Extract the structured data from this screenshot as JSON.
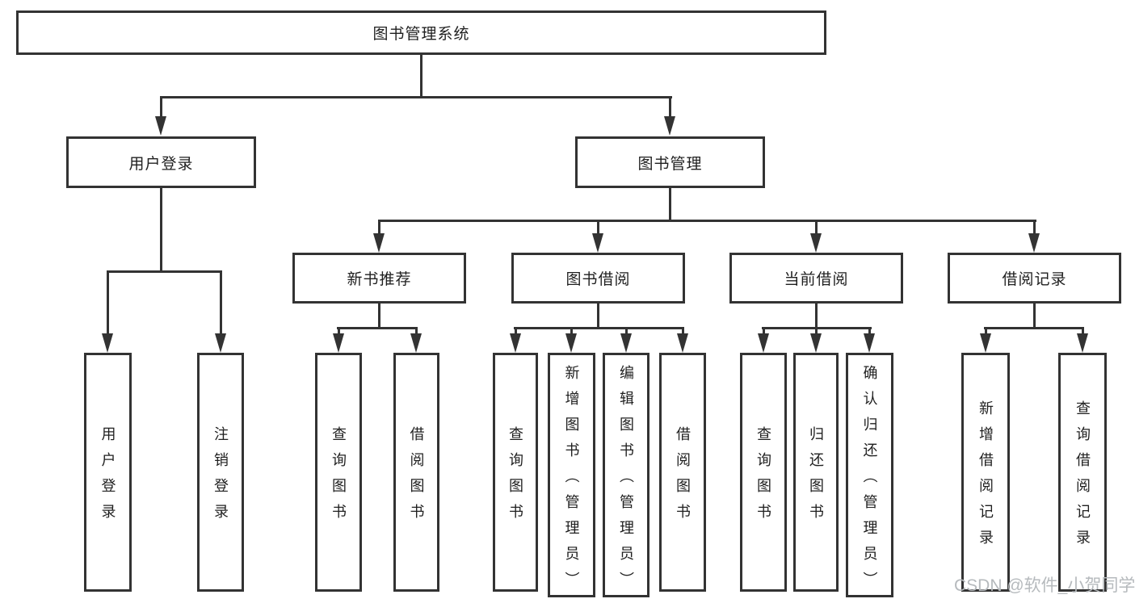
{
  "diagram": {
    "root": {
      "label": "图书管理系统"
    },
    "user_login": {
      "label": "用户登录",
      "children": [
        {
          "label": "用户登录"
        },
        {
          "label": "注销登录"
        }
      ]
    },
    "book_management": {
      "label": "图书管理",
      "groups": [
        {
          "label": "新书推荐",
          "children": [
            {
              "label": "查询图书"
            },
            {
              "label": "借阅图书"
            }
          ]
        },
        {
          "label": "图书借阅",
          "children": [
            {
              "label": "查询图书"
            },
            {
              "label": "新增图书（管理员）"
            },
            {
              "label": "编辑图书（管理员）"
            },
            {
              "label": "借阅图书"
            }
          ]
        },
        {
          "label": "当前借阅",
          "children": [
            {
              "label": "查询图书"
            },
            {
              "label": "归还图书"
            },
            {
              "label": "确认归还（管理员）"
            }
          ]
        },
        {
          "label": "借阅记录",
          "children": [
            {
              "label": "新增借阅记录"
            },
            {
              "label": "查询借阅记录"
            }
          ]
        }
      ]
    }
  },
  "watermark": {
    "text": "CSDN @软件_小贺同学"
  },
  "colors": {
    "line": "#333333",
    "text": "#1f1f1f",
    "watermark_text": "#b6babd",
    "background": "#ffffff"
  }
}
